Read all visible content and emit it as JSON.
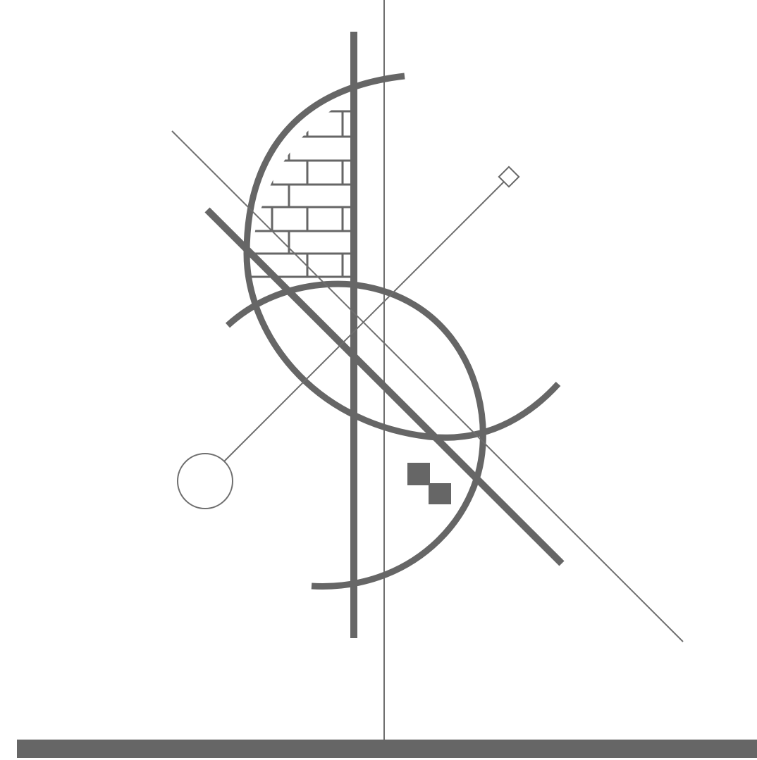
{
  "colors": {
    "background": "#ffffff",
    "ink": "#666666",
    "ink_thin": "#6e6e6e",
    "brick_fill": "#ffffff"
  },
  "icons": {
    "open_circle": "open-circle-marker",
    "diamond": "diamond-marker",
    "squares": "double-filled-squares"
  }
}
